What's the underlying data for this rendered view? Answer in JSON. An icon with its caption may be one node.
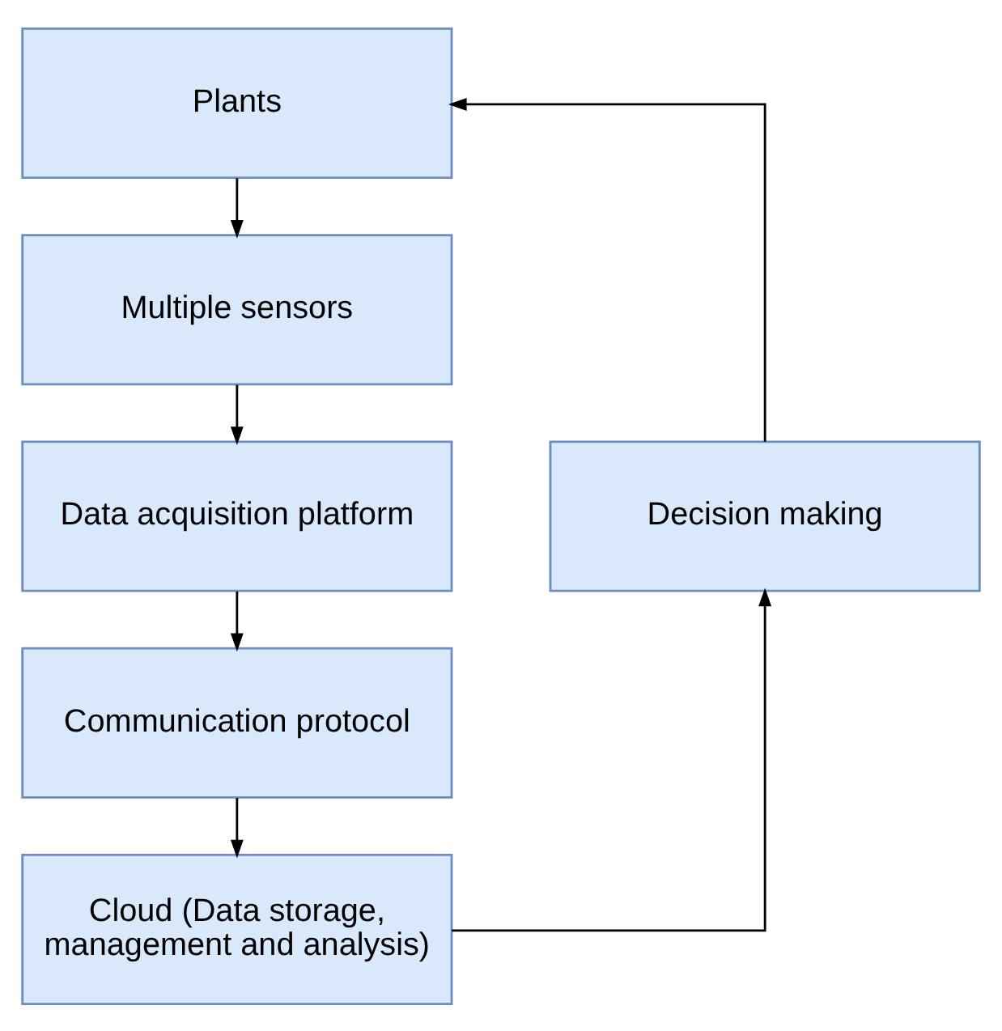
{
  "diagram": {
    "nodes": [
      {
        "text": [
          "Plants"
        ]
      },
      {
        "text": [
          "Multiple sensors"
        ]
      },
      {
        "text": [
          "Data acquisition platform"
        ]
      },
      {
        "text": [
          "Communication protocol"
        ]
      },
      {
        "text": [
          "Cloud (Data storage, management and analysis)"
        ]
      },
      {
        "text": [
          "Decision making"
        ]
      }
    ],
    "edges": [
      {
        "from": 0,
        "to": 1,
        "arrow": "to"
      },
      {
        "from": 1,
        "to": 2,
        "arrow": "to"
      },
      {
        "from": 2,
        "to": 3,
        "arrow": "to"
      },
      {
        "from": 3,
        "to": 4,
        "arrow": "to"
      },
      {
        "from": 4,
        "to": 5,
        "arrow": "to"
      },
      {
        "from": 5,
        "to": 0,
        "arrow": "to"
      }
    ]
  }
}
